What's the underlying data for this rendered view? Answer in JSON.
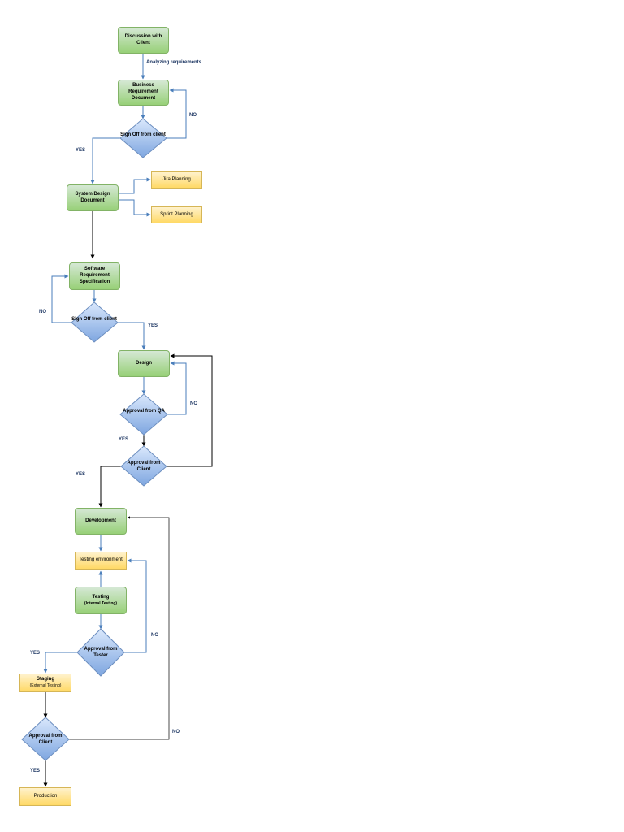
{
  "nodes": {
    "discussion": "Discussion with Client",
    "brd": "Business Requirement Document",
    "signoff_brd": "Sign Off from client",
    "sdd": "System Design Document",
    "jira": "Jira Planning",
    "sprint": "Sprint Planning",
    "srs": "Software Requirement Specification",
    "signoff_srs": "Sign Off from client",
    "design": "Design",
    "approval_qa": "Approval from QA",
    "approval_client_design": "Approval from Client",
    "development": "Development",
    "testing_env": "Testing environment",
    "testing": "Testing",
    "testing_sub": "(Internal Testing)",
    "approval_tester": "Approval from Tester",
    "staging": "Staging",
    "staging_sub": "(External Testing)",
    "approval_client_final": "Approval from Client",
    "production": "Production"
  },
  "edge_labels": {
    "analyzing": "Analyzing requirements",
    "no_brd": "NO",
    "yes_brd": "YES",
    "no_srs": "NO",
    "yes_srs": "YES",
    "no_qa": "NO",
    "yes_qa": "YES",
    "yes_client_design": "YES",
    "no_tester": "NO",
    "yes_tester": "YES",
    "no_client_final": "NO",
    "yes_client_final": "YES"
  },
  "colors": {
    "process_fill": "#97d077",
    "process_border": "#82b366",
    "note_fill": "#ffd966",
    "note_border": "#d6b656",
    "decision_fill": "#7ea6e0",
    "decision_border": "#6c8ebf",
    "connector_blue": "#4a7ebb",
    "connector_black": "#000000"
  }
}
